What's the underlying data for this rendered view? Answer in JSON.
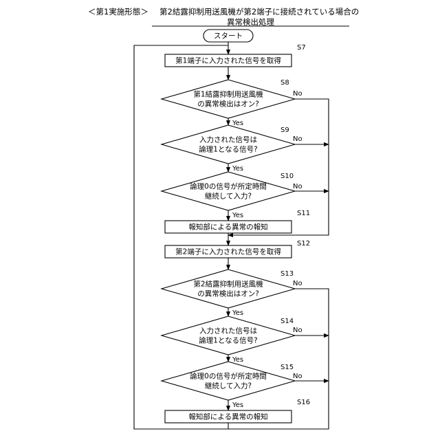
{
  "header": {
    "embodiment": "＜第1実施形態＞",
    "title_line1": "第2結露抑制用送風機が第2端子に接続されている場合の",
    "title_line2": "異常検出処理"
  },
  "flowchart": {
    "start": "スタート",
    "nodes": [
      {
        "id": "S7",
        "type": "process",
        "lines": [
          "第1端子に入力された信号を取得"
        ]
      },
      {
        "id": "S8",
        "type": "decision",
        "lines": [
          "第1結露抑制用送風機",
          "の異常検出はオン?"
        ]
      },
      {
        "id": "S9",
        "type": "decision",
        "lines": [
          "入力された信号は",
          "論理1となる信号?"
        ]
      },
      {
        "id": "S10",
        "type": "decision",
        "lines": [
          "論理0の信号が所定時間",
          "継続して入力?"
        ]
      },
      {
        "id": "S11",
        "type": "process",
        "lines": [
          "報知部による異常の報知"
        ]
      },
      {
        "id": "S12",
        "type": "process",
        "lines": [
          "第2端子に入力された信号を取得"
        ]
      },
      {
        "id": "S13",
        "type": "decision",
        "lines": [
          "第2結露抑制用送風機",
          "の異常検出はオン?"
        ]
      },
      {
        "id": "S14",
        "type": "decision",
        "lines": [
          "入力された信号は",
          "論理1となる信号?"
        ]
      },
      {
        "id": "S15",
        "type": "decision",
        "lines": [
          "論理0の信号が所定時間",
          "継続して入力?"
        ]
      },
      {
        "id": "S16",
        "type": "process",
        "lines": [
          "報知部による異常の報知"
        ]
      }
    ],
    "yes_label": "Yes",
    "no_label": "No"
  }
}
